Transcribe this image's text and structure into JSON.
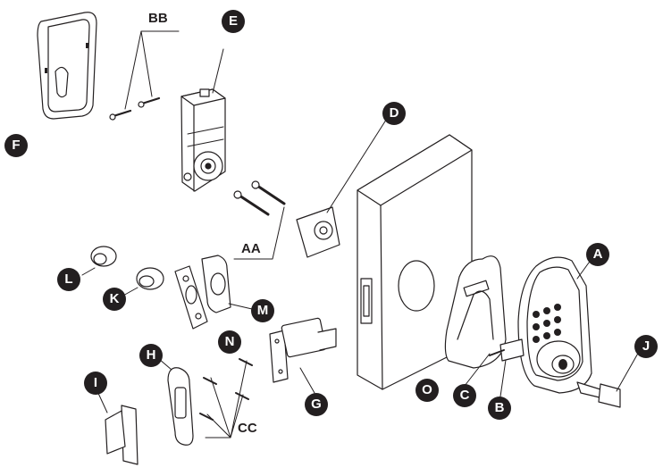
{
  "diagram": {
    "part_labels": {
      "A": "A",
      "B": "B",
      "C": "C",
      "D": "D",
      "E": "E",
      "F": "F",
      "G": "G",
      "H": "H",
      "I": "I",
      "J": "J",
      "K": "K",
      "L": "L",
      "M": "M",
      "N": "N",
      "O": "O"
    },
    "group_labels": {
      "AA": "AA",
      "BB": "BB",
      "CC": "CC"
    }
  }
}
